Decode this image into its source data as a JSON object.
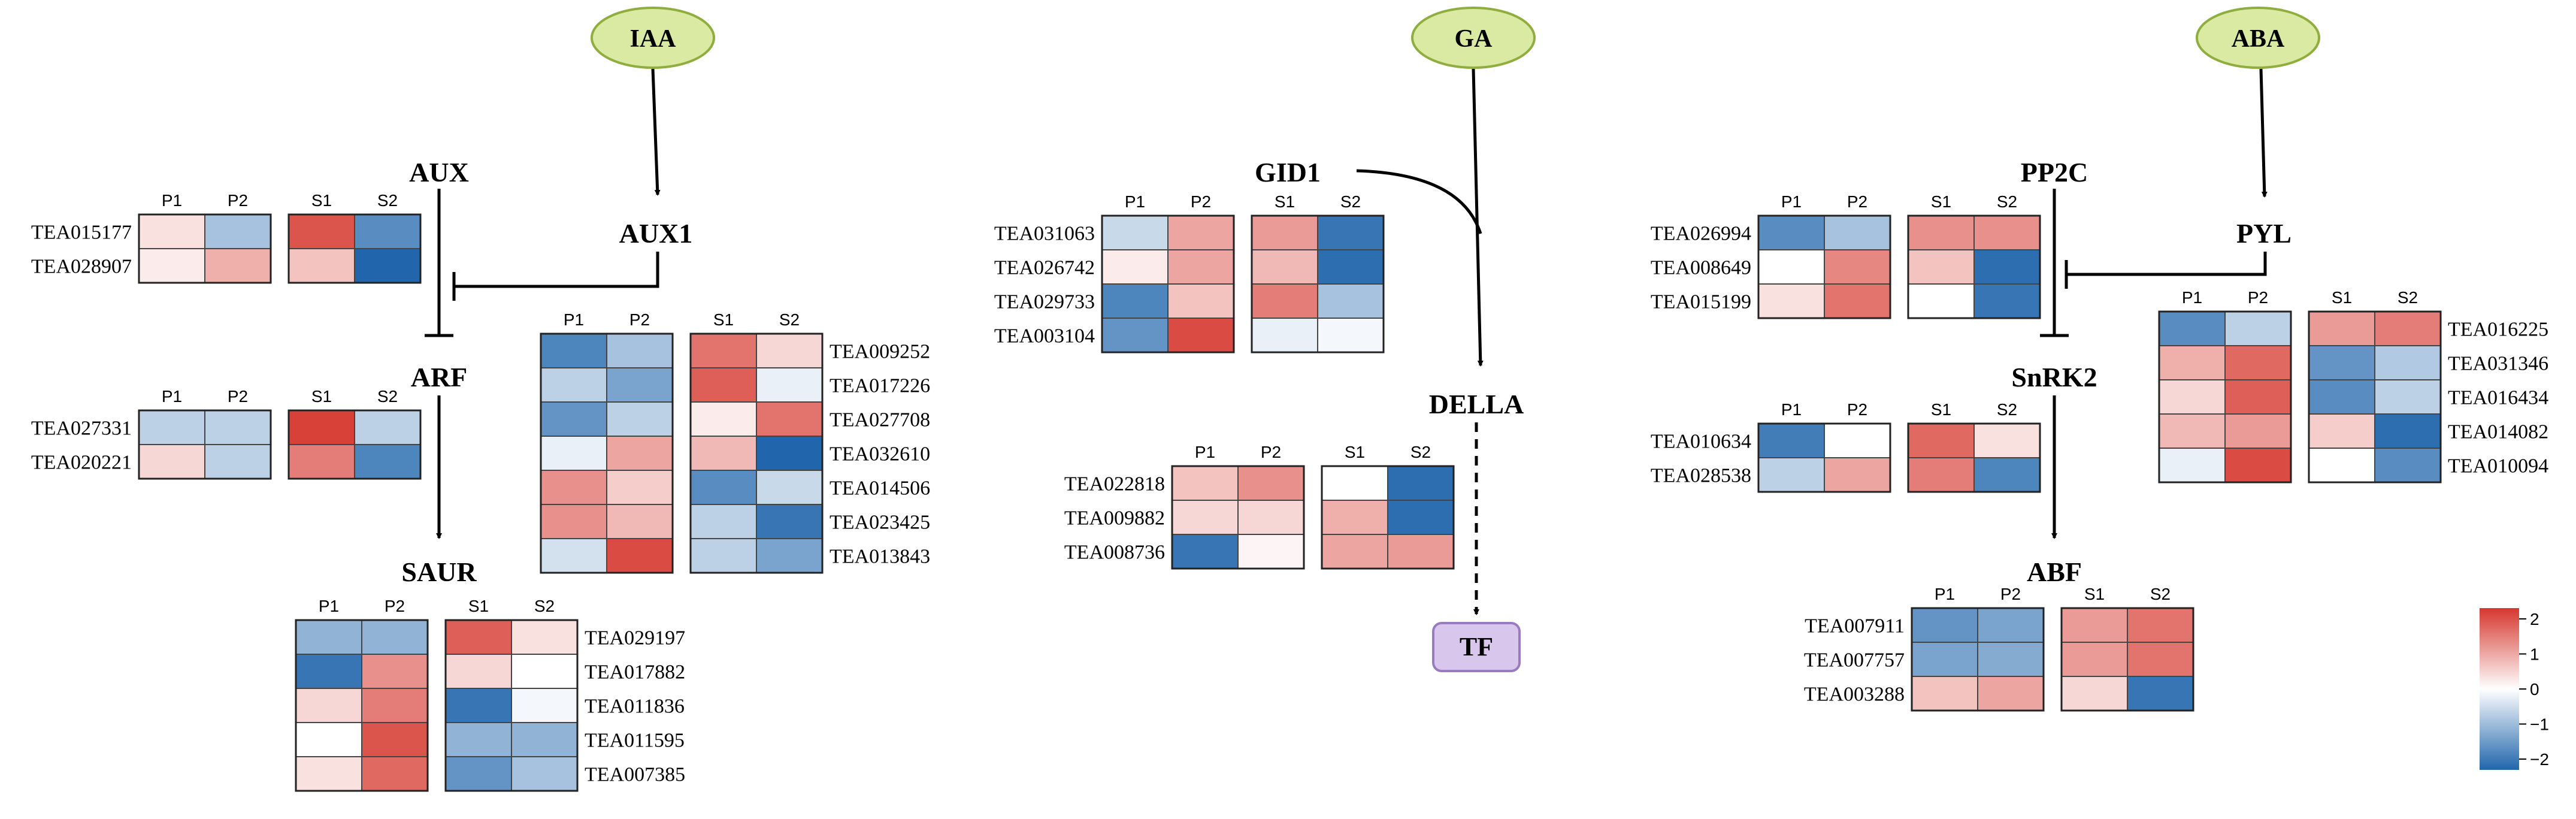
{
  "hormones": [
    "IAA",
    "GA",
    "ABA"
  ],
  "nodes": {
    "AUX": "AUX",
    "AUX1": "AUX1",
    "ARF": "ARF",
    "SAUR": "SAUR",
    "GID1": "GID1",
    "DELLA": "DELLA",
    "TF": "TF",
    "PP2C": "PP2C",
    "PYL": "PYL",
    "SnRK2": "SnRK2",
    "ABF": "ABF"
  },
  "col_labels": [
    "P1",
    "P2",
    "S1",
    "S2"
  ],
  "legend": {
    "ticks": [
      "2",
      "1",
      "0",
      "−1",
      "−2"
    ],
    "low_color": "#2166ac",
    "mid_color": "#ffffff",
    "high_color": "#d6372e"
  },
  "heatmaps": [
    {
      "id": "aux",
      "genes": [
        "TEA015177",
        "TEA028907"
      ],
      "values": [
        [
          0.3,
          -0.8,
          1.7,
          -1.5
        ],
        [
          0.2,
          0.8,
          0.6,
          -2.0
        ]
      ]
    },
    {
      "id": "arf",
      "genes": [
        "TEA027331",
        "TEA020221"
      ],
      "values": [
        [
          -0.6,
          -0.6,
          1.9,
          -0.6
        ],
        [
          0.4,
          -0.6,
          1.3,
          -1.6
        ]
      ]
    },
    {
      "id": "aux1",
      "genes": [
        "TEA009252",
        "TEA017226",
        "TEA027708",
        "TEA032610",
        "TEA014506",
        "TEA023425",
        "TEA013843"
      ],
      "values": [
        [
          -1.6,
          -0.8,
          1.4,
          0.4
        ],
        [
          -0.6,
          -1.2,
          1.6,
          -0.2
        ],
        [
          -1.4,
          -0.6,
          0.2,
          1.4
        ],
        [
          -0.2,
          0.9,
          0.7,
          -2.0
        ],
        [
          1.1,
          0.5,
          -1.5,
          -0.5
        ],
        [
          1.1,
          0.7,
          -0.6,
          -1.8
        ],
        [
          -0.4,
          1.8,
          -0.6,
          -1.2
        ]
      ]
    },
    {
      "id": "saur",
      "genes": [
        "TEA029197",
        "TEA017882",
        "TEA011836",
        "TEA011595",
        "TEA007385"
      ],
      "values": [
        [
          -1.0,
          -1.0,
          1.6,
          0.3
        ],
        [
          -1.8,
          1.1,
          0.4,
          0.0
        ],
        [
          0.4,
          1.3,
          -1.8,
          -0.1
        ],
        [
          0.0,
          1.7,
          -1.0,
          -1.0
        ],
        [
          0.3,
          1.5,
          -1.4,
          -0.8
        ]
      ]
    },
    {
      "id": "gid1",
      "genes": [
        "TEA031063",
        "TEA026742",
        "TEA029733",
        "TEA003104"
      ],
      "values": [
        [
          -0.5,
          0.9,
          1.0,
          -1.8
        ],
        [
          0.2,
          0.9,
          0.7,
          -1.9
        ],
        [
          -1.6,
          0.6,
          1.3,
          -0.8
        ],
        [
          -1.4,
          1.8,
          -0.2,
          -0.1
        ]
      ]
    },
    {
      "id": "della",
      "genes": [
        "TEA022818",
        "TEA009882",
        "TEA008736"
      ],
      "values": [
        [
          0.6,
          1.1,
          0.0,
          -1.9
        ],
        [
          0.4,
          0.4,
          0.8,
          -1.9
        ],
        [
          -1.8,
          0.1,
          0.9,
          1.0
        ]
      ]
    },
    {
      "id": "pp2c",
      "genes": [
        "TEA026994",
        "TEA008649",
        "TEA015199"
      ],
      "values": [
        [
          -1.5,
          -0.8,
          1.1,
          1.1
        ],
        [
          0.0,
          1.2,
          0.6,
          -1.9
        ],
        [
          0.3,
          1.4,
          0.0,
          -1.8
        ]
      ]
    },
    {
      "id": "snrk2",
      "genes": [
        "TEA010634",
        "TEA028538"
      ],
      "values": [
        [
          -1.7,
          0.0,
          1.5,
          0.3
        ],
        [
          -0.6,
          0.9,
          1.3,
          -1.6
        ]
      ]
    },
    {
      "id": "pyl",
      "genes": [
        "TEA016225",
        "TEA031346",
        "TEA016434",
        "TEA014082",
        "TEA010094"
      ],
      "values": [
        [
          -1.5,
          -0.6,
          1.0,
          1.3
        ],
        [
          0.8,
          1.5,
          -1.4,
          -0.7
        ],
        [
          0.4,
          1.6,
          -1.5,
          -0.6
        ],
        [
          0.7,
          1.0,
          0.5,
          -1.9
        ],
        [
          -0.2,
          1.8,
          0.0,
          -1.5
        ]
      ]
    },
    {
      "id": "abf",
      "genes": [
        "TEA007911",
        "TEA007757",
        "TEA003288"
      ],
      "values": [
        [
          -1.4,
          -1.2,
          1.0,
          1.4
        ],
        [
          -1.2,
          -1.1,
          1.0,
          1.4
        ],
        [
          0.6,
          0.9,
          0.4,
          -1.8
        ]
      ]
    }
  ]
}
